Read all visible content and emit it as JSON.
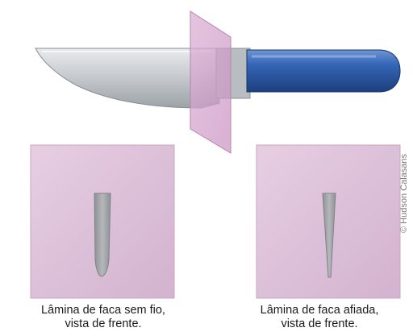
{
  "captions": {
    "left_line1": "Lâmina de faca sem fio,",
    "left_line2": "vista de frente.",
    "right_line1": "Lâmina de faca afiada,",
    "right_line2": "vista de frente."
  },
  "credit": "© Hudson Calasans",
  "colors": {
    "blade": "#c9cccf",
    "handle": "#2f5fae",
    "plane": "#d6a8cf",
    "section": "#a6a8ab"
  },
  "icons": [
    "knife-illustration",
    "cutting-plane",
    "blunt-blade-section",
    "sharp-blade-section"
  ]
}
